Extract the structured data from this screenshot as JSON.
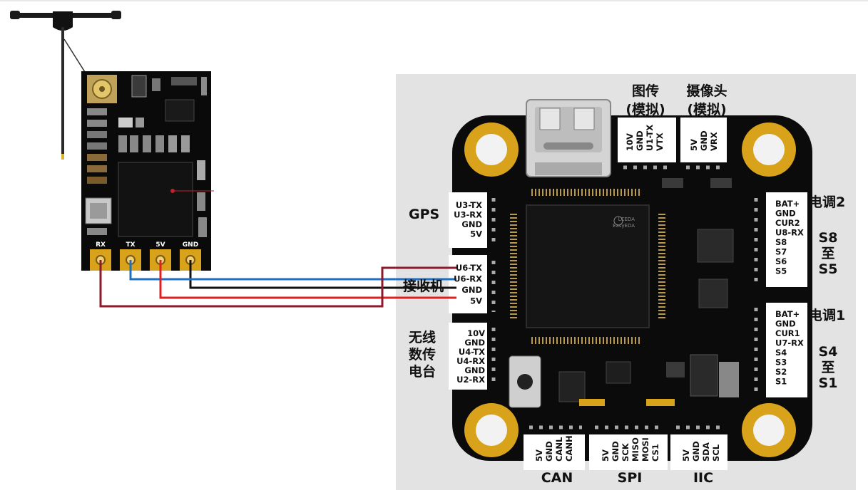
{
  "receiver": {
    "pins": [
      "RX",
      "TX",
      "5V",
      "GND"
    ]
  },
  "fc": {
    "top_connectors": [
      {
        "title_line1": "图传",
        "title_line2": "(模拟)",
        "pins": [
          "10V",
          "GND",
          "U1-TX",
          "VTX"
        ]
      },
      {
        "title_line1": "摄像头",
        "title_line2": "(模拟)",
        "pins": [
          "5V",
          "GND",
          "VRX"
        ]
      }
    ],
    "left_connectors": [
      {
        "title": "GPS",
        "pins": [
          "U3-TX",
          "U3-RX",
          "GND",
          "5V"
        ]
      },
      {
        "title": "接收机",
        "pins": [
          "U6-TX",
          "U6-RX",
          "GND",
          "5V"
        ]
      },
      {
        "title_lines": [
          "无线",
          "数传",
          "电台"
        ],
        "pins": [
          "10V",
          "GND",
          "U4-TX",
          "U4-RX",
          "GND",
          "U2-RX"
        ]
      }
    ],
    "right_connectors": [
      {
        "title": "电调2",
        "group_lines": [
          "S8",
          "至",
          "S5"
        ],
        "pins": [
          "BAT+",
          "GND",
          "CUR2",
          "U8-RX",
          "S8",
          "S7",
          "S6",
          "S5"
        ]
      },
      {
        "title": "电调1",
        "group_lines": [
          "S4",
          "至",
          "S1"
        ],
        "pins": [
          "BAT+",
          "GND",
          "CUR1",
          "U7-RX",
          "S4",
          "S3",
          "S2",
          "S1"
        ]
      }
    ],
    "bottom_connectors": [
      {
        "title": "CAN",
        "pins": [
          "5V",
          "GND",
          "CANL",
          "CANH"
        ]
      },
      {
        "title": "SPI",
        "pins": [
          "5V",
          "GND",
          "SCK",
          "MISO",
          "MOSI",
          "CS1"
        ]
      },
      {
        "title": "IIC",
        "pins": [
          "5V",
          "GND",
          "SDA",
          "SCL"
        ]
      }
    ],
    "logo_text": [
      "LCEDA",
      "EasyEDA"
    ]
  },
  "colors": {
    "wire_rx": "#8b1a2b",
    "wire_tx": "#1f6fc1",
    "wire_5v": "#e02020",
    "wire_gnd": "#111111",
    "pcb": "#0b0b0b",
    "gold": "#d9a21b"
  }
}
